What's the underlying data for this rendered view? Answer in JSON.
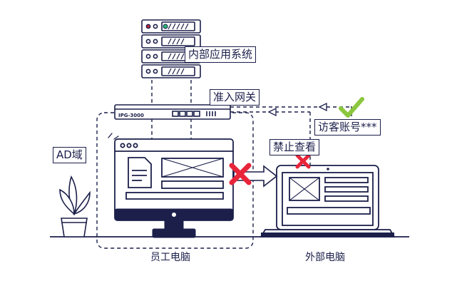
{
  "labels": {
    "internal_system": "内部应用系统",
    "gateway": "准入网关",
    "guest_account": "访客账号***",
    "forbid_view": "禁止查看",
    "ad_domain": "AD域",
    "employee_pc": "员工电脑",
    "external_pc": "外部电脑"
  },
  "device_text": {
    "gateway_brand": "IPG-3000"
  },
  "colors": {
    "line": "#1b1f4a",
    "deny": "#e8253a",
    "allow": "#8cc63f",
    "accent": "#2b7fd9"
  }
}
